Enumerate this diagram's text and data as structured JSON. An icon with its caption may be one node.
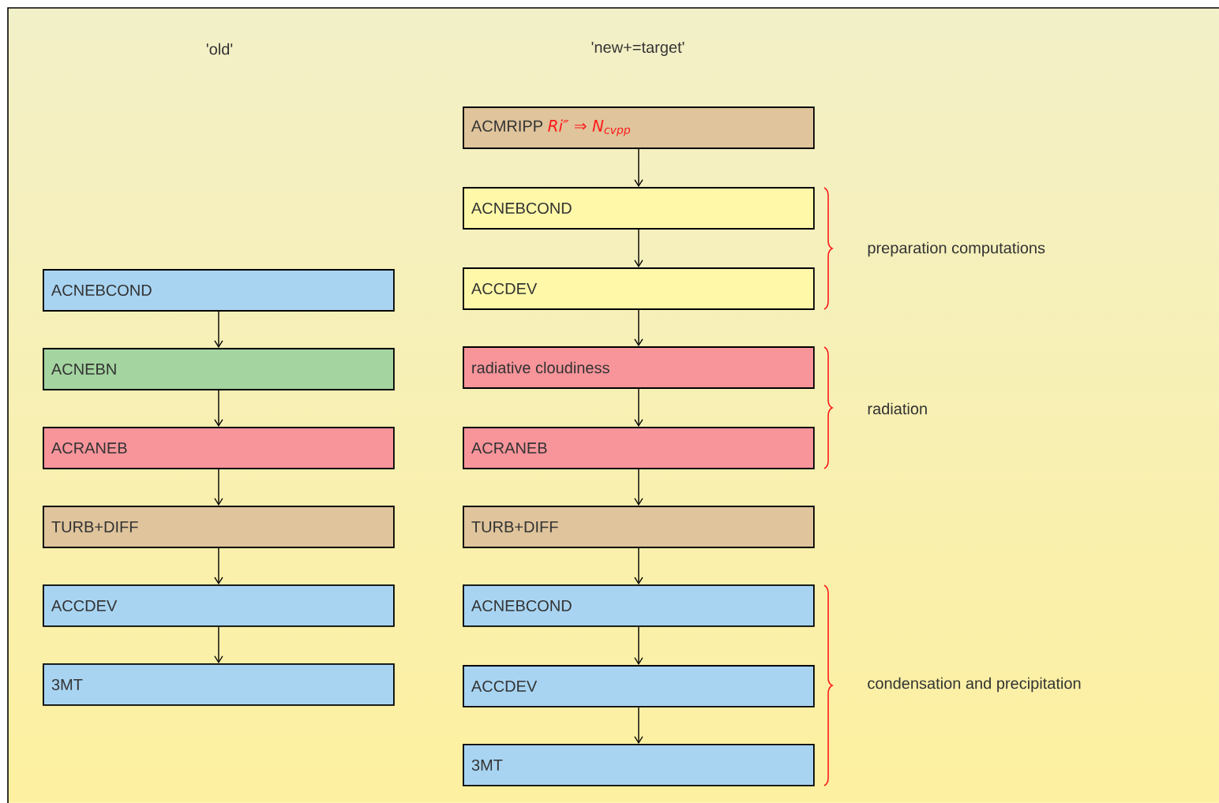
{
  "diagram": {
    "nodes": [
      {
        "text": [
          "ACNEBCOND"
        ]
      },
      {
        "text": [
          "ACNEBN"
        ]
      },
      {
        "text": [
          "ACRANEB"
        ]
      },
      {
        "text": [
          "TURB+DIFF"
        ]
      },
      {
        "text": [
          "ACCDEV"
        ]
      },
      {
        "text": [
          "3MT"
        ]
      },
      {
        "text": [
          "ACMRIPP",
          "Ri″ ⇒ N$_{cvpp}$"
        ]
      },
      {
        "text": [
          "ACNEBCOND"
        ]
      },
      {
        "text": [
          "ACCDEV"
        ]
      },
      {
        "text": [
          "radiative cloudiness"
        ]
      },
      {
        "text": [
          "ACRANEB"
        ]
      },
      {
        "text": [
          "TURB+DIFF"
        ]
      },
      {
        "text": [
          "ACNEBCOND"
        ]
      },
      {
        "text": [
          "ACCDEV"
        ]
      },
      {
        "text": [
          "3MT"
        ]
      }
    ],
    "edges": [
      {
        "from": 0,
        "to": 1,
        "arrow": "to"
      },
      {
        "from": 1,
        "to": 2,
        "arrow": "to"
      },
      {
        "from": 2,
        "to": 3,
        "arrow": "to"
      },
      {
        "from": 3,
        "to": 4,
        "arrow": "to"
      },
      {
        "from": 4,
        "to": 5,
        "arrow": "to"
      },
      {
        "from": 6,
        "to": 7,
        "arrow": "to"
      },
      {
        "from": 7,
        "to": 8,
        "arrow": "to"
      },
      {
        "from": 8,
        "to": 9,
        "arrow": "to"
      },
      {
        "from": 9,
        "to": 10,
        "arrow": "to"
      },
      {
        "from": 10,
        "to": 11,
        "arrow": "to"
      },
      {
        "from": 11,
        "to": 12,
        "arrow": "to"
      },
      {
        "from": 12,
        "to": 13,
        "arrow": "to"
      },
      {
        "from": 13,
        "to": 14,
        "arrow": "to"
      }
    ],
    "labels": [
      "'old'",
      "'new+=target'",
      "preparation computations",
      "radiation",
      "condensation and precipitation"
    ]
  }
}
